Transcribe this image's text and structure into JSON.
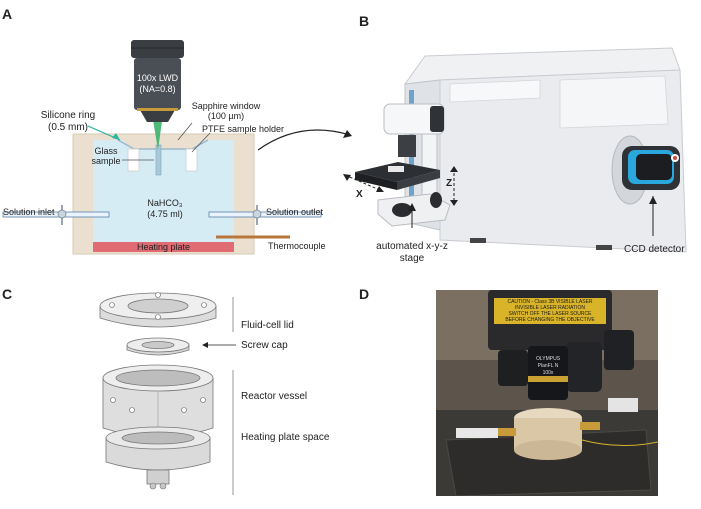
{
  "panels": {
    "a": "A",
    "b": "B",
    "c": "C",
    "d": "D"
  },
  "panel_a": {
    "objective_line1": "100x LWD",
    "objective_line2": "(NA=0.8)",
    "sapphire_line1": "Sapphire window",
    "sapphire_line2": "(100 µm)",
    "silicone_line1": "Silicone ring",
    "silicone_line2": "(0.5 mm)",
    "ptfe": "PTFE sample holder",
    "glass_line1": "Glass",
    "glass_line2": "sample",
    "solution_name": "NaHCO₃",
    "solution_volume": "(4.75 ml)",
    "inlet": "Solution inlet",
    "outlet": "Solution outlet",
    "heating": "Heating plate",
    "thermocouple": "Thermocouple"
  },
  "panel_b": {
    "axis_x": "X",
    "axis_z": "Z",
    "stage_line1": "automated x-y-z",
    "stage_line2": "stage",
    "ccd": "CCD detector"
  },
  "panel_c": {
    "lid": "Fluid-cell lid",
    "cap": "Screw cap",
    "reactor": "Reactor vessel",
    "heating_space": "Heating plate space"
  },
  "panel_d": {
    "sticker_lines": [
      "CAUTION - Class 3B VISIBLE LASER",
      "INVISIBLE LASER RADIATION",
      "SWITCH OFF THE LASER SOURCE",
      "BEFORE CHANGING THE OBJECTIVE"
    ],
    "lens_text_1": "OLYMPUS",
    "lens_text_2": "PlanFL N",
    "lens_text_3": "100x"
  },
  "colors": {
    "solution": "#d6ecf5",
    "cell_wall": "#ebe0d0",
    "heating_plate": "#e06b73",
    "thermocouple": "#b8763a",
    "objective": "#4a4e55",
    "ccd_blue": "#2aa7dd"
  }
}
